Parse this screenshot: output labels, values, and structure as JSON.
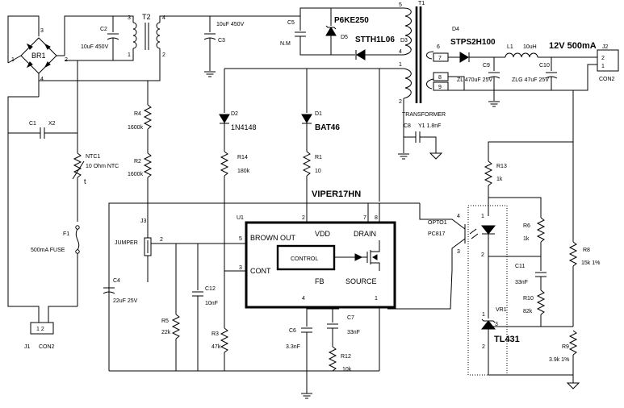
{
  "labels": {
    "br1": "BR1",
    "br1_p1": "1",
    "br1_p2": "2",
    "br1_p3": "3",
    "br1_p4": "4",
    "c2_name": "C2",
    "c2_val": "10uF 450V",
    "t2_name": "T2",
    "t2_p1": "1",
    "t2_p2": "2",
    "t2_p3": "3",
    "t2_p4": "4",
    "c3_val": "10uF 450V",
    "c3_name": "C3",
    "c1_name": "C1",
    "c1_x": "X2",
    "ntc1_name": "NTC1",
    "ntc1_val": "10 Ohm NTC",
    "ntc_t": "t",
    "f1_name": "F1",
    "f1_val": "500mA FUSE",
    "j1_name": "J1",
    "j1_val": "CON2",
    "j1_pins": "1 2",
    "r4_name": "R4",
    "r4_val": "1600k",
    "r2_name": "R2",
    "r2_val": "1600k",
    "j3_name": "J3",
    "jumper": "JUMPER",
    "c4_name": "C4",
    "c4_val": "22uF 25V",
    "r5_name": "R5",
    "r5_val": "22k",
    "c12_name": "C12",
    "c12_val": "10nF",
    "r3_name": "R3",
    "r3_val": "47k",
    "d2_name": "D2",
    "d2_val": "1N4148",
    "r14_name": "R14",
    "r14_val": "180k",
    "d1_name": "D1",
    "d1_val": "BAT46",
    "r1_name": "R1",
    "r1_val": "10",
    "c5_name": "C5",
    "c5_val": "N.M",
    "p6ke": "P6KE250",
    "d5": "D5",
    "stth": "STTH1L06",
    "d3": "D3",
    "t1": "T1",
    "transformer": "TRANSFORMER",
    "c8": "C8",
    "y1": "Y1 1.8nF",
    "d4": "D4",
    "stps": "STPS2H100",
    "l1": "L1",
    "l1_val": "10uH",
    "out": "12V 500mA",
    "c9": "C9",
    "c9_val": "ZL 470uF 25V",
    "c10": "C10",
    "c10_val": "ZLG 47uF 25V",
    "j2": "J2",
    "j2_val": "CON2",
    "j2_p1": "2",
    "j2_p2": "1",
    "viper": "VIPER17HN",
    "u1": "U1",
    "brown_out": "BROWN OUT",
    "cont": "CONT",
    "vdd": "VDD",
    "drain": "DRAIN",
    "fb": "FB",
    "source": "SOURCE",
    "control": "CONTROL",
    "u1_p5": "5",
    "u1_p3": "3",
    "u1_p2": "2",
    "u1_p7": "7",
    "u1_p8": "8",
    "u1_p4": "4",
    "u1_p1": "1",
    "c6": "C6",
    "c6_val": "3.3nF",
    "c7": "C7",
    "c7_val": "33nF",
    "r12": "R12",
    "r12_val": "10k",
    "opto1": "OPTO1",
    "pc817": "PC817",
    "r13": "R13",
    "r13_val": "1k",
    "r6": "R6",
    "r6_val": "1k",
    "c11": "C11",
    "c11_val": "33nF",
    "r10": "R10",
    "r10_val": "82k",
    "vr1": "VR1",
    "tl431": "TL431",
    "r8": "R8",
    "r8_val": "15k 1%",
    "r9": "R9",
    "r9_val": "3.9k 1%",
    "t1_p5": "5",
    "t1_p4": "4",
    "t1_p7": "7",
    "t1_p8": "8",
    "t1_p6": "6",
    "t1_p9": "9",
    "t1_p1": "1",
    "t1_p2": "2",
    "opto_p4": "4",
    "opto_p3": "3",
    "opto_p1": "1",
    "opto_p2": "2",
    "vr_p1": "1",
    "vr_p3": "3",
    "vr_p2": "2",
    "j3_p2": "2"
  }
}
